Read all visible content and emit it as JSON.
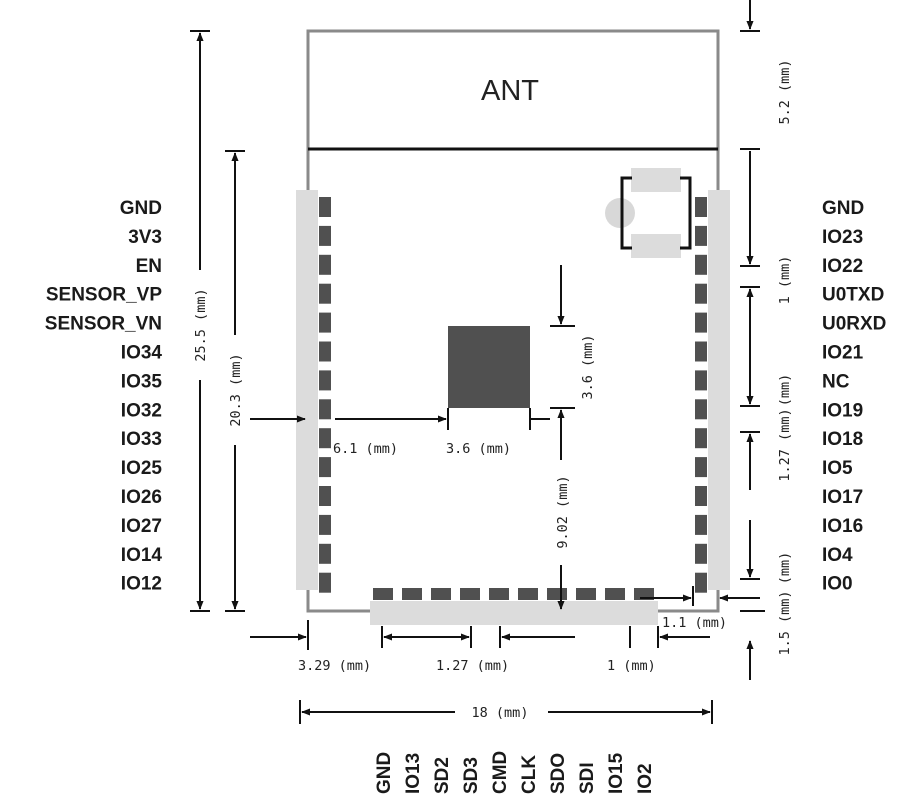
{
  "module": {
    "antenna_label": "ANT"
  },
  "pins": {
    "left": [
      "GND",
      "3V3",
      "EN",
      "SENSOR_VP",
      "SENSOR_VN",
      "IO34",
      "IO35",
      "IO32",
      "IO33",
      "IO25",
      "IO26",
      "IO27",
      "IO14",
      "IO12"
    ],
    "right": [
      "GND",
      "IO23",
      "IO22",
      "U0TXD",
      "U0RXD",
      "IO21",
      "NC",
      "IO19",
      "IO18",
      "IO5",
      "IO17",
      "IO16",
      "IO4",
      "IO0"
    ],
    "bottom": [
      "GND",
      "IO13",
      "SD2",
      "SD3",
      "CMD",
      "CLK",
      "SDO",
      "SDI",
      "IO15",
      "IO2"
    ]
  },
  "dimensions": {
    "antenna_height": "5.2 (mm)",
    "total_height": "25.5 (mm)",
    "pin_row_height": "20.3 (mm)",
    "pad_left_offset": "6.1 (mm)",
    "pad_width": "3.6 (mm)",
    "pad_height": "3.6 (mm)",
    "pad_to_bottom": "9.02 (mm)",
    "right_pitch_1": "1 (mm)",
    "right_pitch_127": "1.27 (mm)",
    "right_edge_11": "1.1 (mm)",
    "bottom_15": "1.5 (mm)",
    "bottom_left_offset": "3.29 (mm)",
    "bottom_pitch_127": "1.27 (mm)",
    "bottom_pitch_1": "1 (mm)",
    "total_width": "18 (mm)"
  },
  "colors": {
    "pad_dark": "#505050",
    "pad_light": "#dcdcdc",
    "outline": "#8a8a8a"
  }
}
